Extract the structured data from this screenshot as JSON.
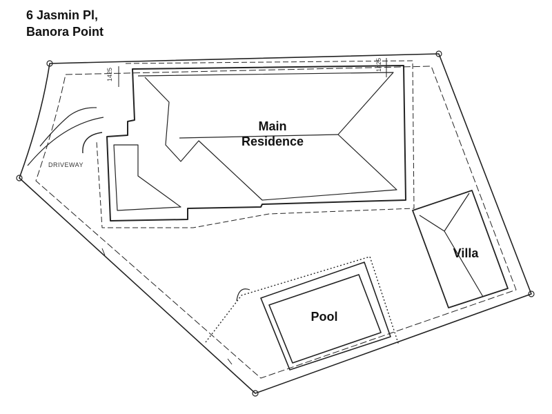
{
  "address": {
    "line1": "6 Jasmin Pl,",
    "line2": "Banora Point"
  },
  "labels": {
    "main_residence_line1": "Main",
    "main_residence_line2": "Residence",
    "villa": "Villa",
    "pool": "Pool",
    "driveway": "DRIVEWAY"
  },
  "dimensions": {
    "setback_left": "1425",
    "setback_right": "1425"
  }
}
